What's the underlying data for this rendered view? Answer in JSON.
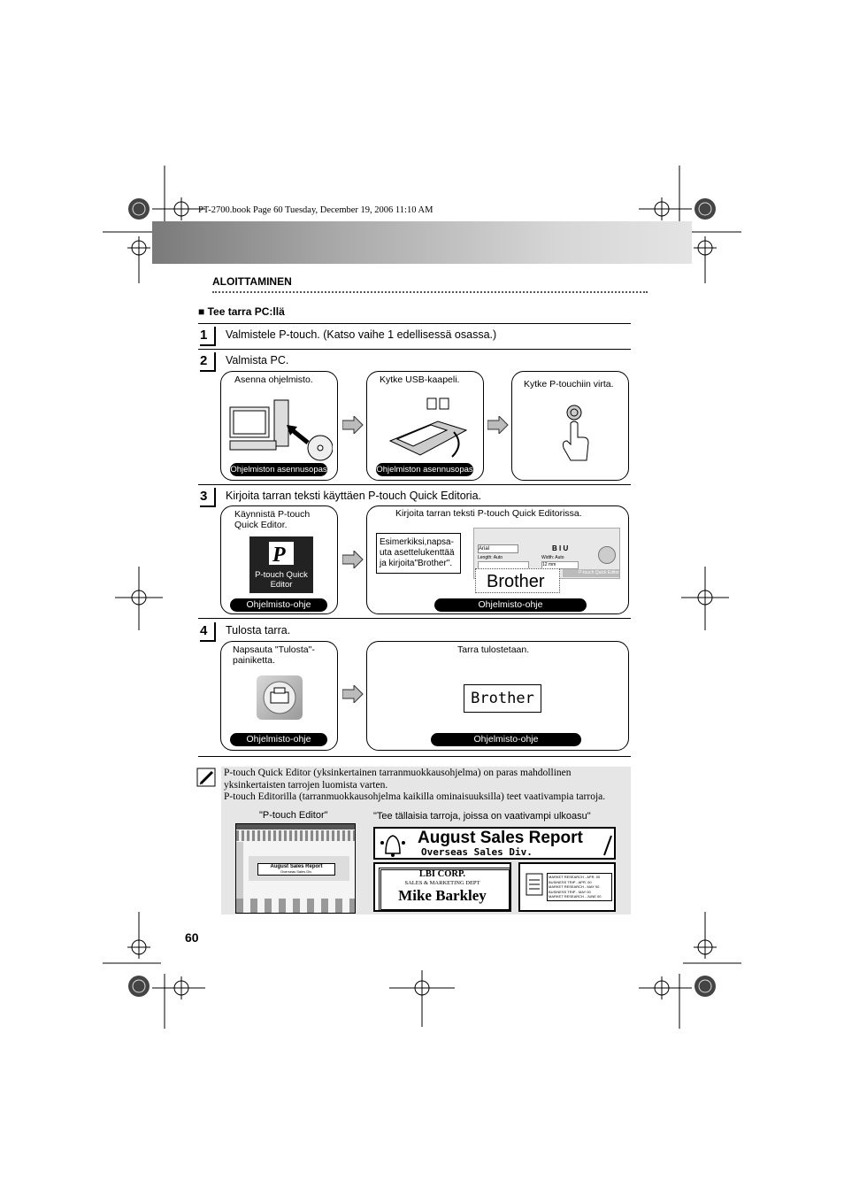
{
  "header": {
    "book_info": "PT-2700.book  Page 60  Tuesday, December 19, 2006  11:10 AM"
  },
  "section": {
    "title": "ALOITTAMINEN"
  },
  "heading": {
    "text": "Tee tarra PC:llä"
  },
  "steps": [
    {
      "num": "1",
      "text": "Valmistele P-touch. (Katso vaihe 1 edellisessä osassa.)"
    },
    {
      "num": "2",
      "text": "Valmista PC.",
      "boxes": [
        {
          "caption": "Asenna ohjelmisto.",
          "pill": "Ohjelmiston asennusopas"
        },
        {
          "caption": "Kytke USB-kaapeli.",
          "pill": "Ohjelmiston asennusopas"
        },
        {
          "caption": "Kytke P-touchiin virta.",
          "pill": ""
        }
      ]
    },
    {
      "num": "3",
      "text": "Kirjoita tarran teksti käyttäen P-touch Quick Editoria.",
      "boxes": [
        {
          "caption": "Käynnistä P-touch Quick Editor.",
          "pill": "Ohjelmisto-ohje",
          "icon_label": "P-touch Quick Editor"
        },
        {
          "caption": "Kirjoita tarran teksti P-touch Quick Editorissa.",
          "pill": "Ohjelmisto-ohje",
          "callout": "Esimerkiksi,napsa-uta asettelukenttää ja kirjoita\"Brother\".",
          "label_text": "Brother",
          "toolbar_font": "Arial",
          "toolbar_length": "Length: Auto",
          "toolbar_width": "Width: Auto",
          "toolbar_size": "12 mm",
          "toolbar_status": "P-touch Quick Editor"
        }
      ]
    },
    {
      "num": "4",
      "text": "Tulosta tarra.",
      "boxes": [
        {
          "caption": "Napsauta \"Tulosta\"-painiketta.",
          "pill": "Ohjelmisto-ohje"
        },
        {
          "caption": "Tarra tulostetaan.",
          "pill": "Ohjelmisto-ohje",
          "label_text": "Brother"
        }
      ]
    }
  ],
  "note": {
    "line1": "P-touch Quick Editor (yksinkertainen tarranmuokkausohjelma) on paras mahdollinen",
    "line2": "yksinkertaisten tarrojen luomista varten.",
    "line3": "P-touch Editorilla (tarranmuokkausohjelma kaikilla ominaisuuksilla) teet vaativampia tarroja.",
    "left_caption": "\"P-touch Editor\"",
    "right_caption": "\"Tee tällaisia tarroja, joissa on vaativampi ulkoasu\"",
    "editor_label_title": "August Sales Report",
    "editor_label_sub": "Overseas Sales Div.",
    "sample1_title": "August Sales Report",
    "sample1_sub": "Overseas Sales Div.",
    "sample2_company": "LBI CORP.",
    "sample2_dept": "SALES & MARKETING DEPT",
    "sample2_name": "Mike Barkley",
    "sample3_rows": [
      "MARKET RESEARCH - APR. 00",
      "BUSINESS TRIP - APR. 00",
      "MARKET RESEARCH - MAY 00",
      "BUSINESS TRIP - MAY 00",
      "MARKET RESEARCH - JUNE 00"
    ]
  },
  "page_number": "60"
}
